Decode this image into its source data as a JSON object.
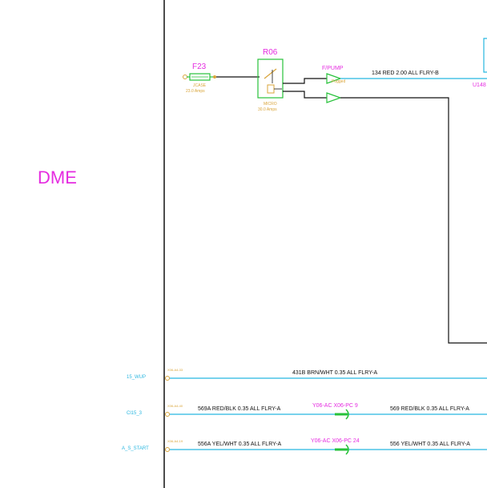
{
  "colors": {
    "background": "#ffffff",
    "black_wire": "#111111",
    "cyan_wire": "#27b7e0",
    "green_part": "#27c23a",
    "magenta_label": "#e52ce0",
    "orange_pin": "#d9a53a",
    "cyan_label": "#2bb7e0"
  },
  "module": {
    "label": "DME"
  },
  "fuse": {
    "id": "F23",
    "type": "JCASE",
    "rating": "23.0 Amps"
  },
  "relay": {
    "id": "R06",
    "type": "MICRO",
    "rating": "30.0 Amps"
  },
  "fuel_pump": {
    "name": "F/PUMP",
    "sub": "Pogged"
  },
  "top_wire": {
    "label": "134 RED 2.00 ALL FLRY-B",
    "end_connector": "U148"
  },
  "circuits": [
    {
      "signal": "15_WUP",
      "pin": "X06-A4-33",
      "wire_label": "431B BRN/WHT 0.35 ALL FLRY-A"
    },
    {
      "signal": "Cl15_3",
      "pin": "X06-A4-40",
      "wire_label": "569A RED/BLK 0.35 ALL FLRY-A",
      "splice_label": "Y06-AC X06-PC 9",
      "wire_label_2": "569 RED/BLK 0.35 ALL FLRY-A"
    },
    {
      "signal": "A_S_START",
      "pin": "X06-A4-19",
      "wire_label": "556A YEL/WHT 0.35 ALL FLRY-A",
      "splice_label": "Y06-AC X06-PC 24",
      "wire_label_2": "556 YEL/WHT 0.35 ALL FLRY-A"
    }
  ]
}
